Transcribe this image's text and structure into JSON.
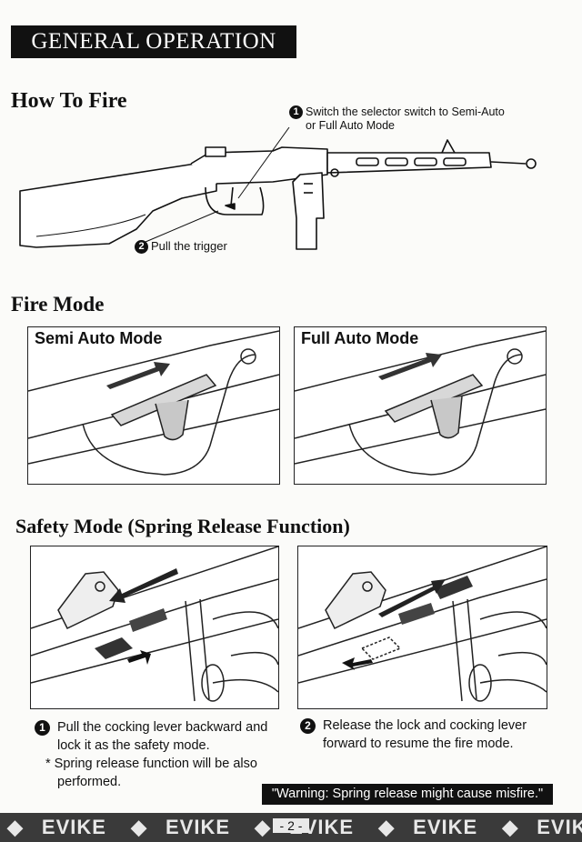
{
  "header": {
    "title": "GENERAL OPERATION"
  },
  "how_to_fire": {
    "heading": "How To Fire",
    "step1": {
      "num": "1",
      "text": "Switch the selector switch to Semi-Auto",
      "text2": "or Full Auto Mode"
    },
    "step2": {
      "num": "2",
      "text": "Pull the trigger"
    }
  },
  "fire_mode": {
    "heading": "Fire Mode",
    "semi_label": "Semi Auto Mode",
    "full_label": "Full Auto Mode"
  },
  "safety_mode": {
    "heading": "Safety Mode (Spring Release Function)",
    "step1": {
      "num": "1",
      "line1": "Pull the cocking lever backward and",
      "line2": "lock it as the safety mode.",
      "note1": "* Spring release function will be also",
      "note2": "performed."
    },
    "step2": {
      "num": "2",
      "line1": "Release the lock and cocking lever",
      "line2": "forward to resume the fire mode."
    }
  },
  "warning": "\"Warning: Spring release might cause misfire.\"",
  "page_number": "- 2 -",
  "watermark": {
    "text": "EVIKE",
    "icon": "diamond-logo-icon"
  }
}
